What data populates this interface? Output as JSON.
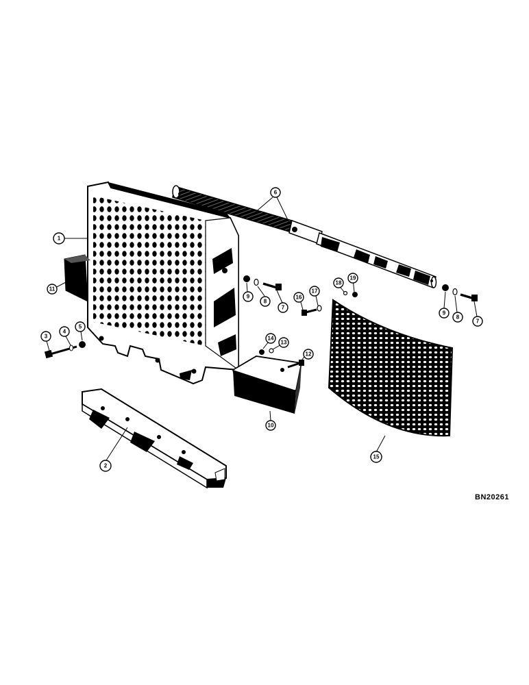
{
  "figure_id": "BN20261",
  "callouts": [
    {
      "label": "1"
    },
    {
      "label": "2"
    },
    {
      "label": "3"
    },
    {
      "label": "4"
    },
    {
      "label": "5"
    },
    {
      "label": "6"
    },
    {
      "label": "7"
    },
    {
      "label": "7"
    },
    {
      "label": "8"
    },
    {
      "label": "8"
    },
    {
      "label": "9"
    },
    {
      "label": "9"
    },
    {
      "label": "10"
    },
    {
      "label": "11"
    },
    {
      "label": "12"
    },
    {
      "label": "13"
    },
    {
      "label": "14"
    },
    {
      "label": "15"
    },
    {
      "label": "16"
    },
    {
      "label": "17"
    },
    {
      "label": "18"
    },
    {
      "label": "19"
    }
  ],
  "colors": {
    "ink": "#000000",
    "paper": "#ffffff"
  }
}
